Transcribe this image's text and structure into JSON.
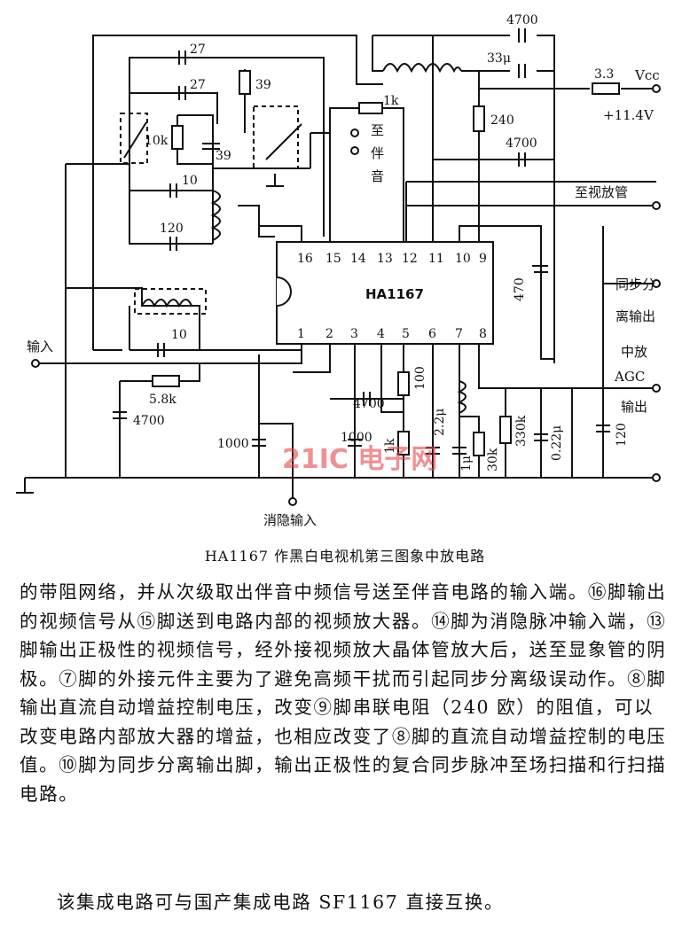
{
  "figure": {
    "chip_name": "HA1167",
    "pins_top": [
      "16",
      "15",
      "14",
      "13",
      "12",
      "11",
      "10",
      "9"
    ],
    "pins_bottom": [
      "1",
      "2",
      "3",
      "4",
      "5",
      "6",
      "7",
      "8"
    ],
    "components": {
      "c_4700_top": "4700",
      "c_33u": "33μ",
      "r_3_3": "3.3",
      "vcc": "Vcc",
      "supply": "+11.4V",
      "c_27_a": "27",
      "c_27_b": "27",
      "r_39": "39",
      "c_39": "39",
      "r_1k": "1k",
      "r_240": "240",
      "c_4700_mid": "4700",
      "r_10k": "10k",
      "c_10_a": "10",
      "c_120_a": "120",
      "c_10_b": "10",
      "r_5_8k": "5.8k",
      "c_4700_left": "4700",
      "c_4700_pin4": "4700",
      "c_470": "470",
      "c_1000_a": "1000",
      "c_1000_b": "1000",
      "r_100": "100",
      "r_1k_b": "1k",
      "c_2_2u": "2.2μ",
      "c_1u": "1μ",
      "r_30k": "30k",
      "r_330k": "330k",
      "c_0_22u": "0.22μ",
      "c_120_b": "120"
    },
    "labels": {
      "to_sound": "至伴音",
      "to_tube": "至视放管",
      "sync_out": [
        "同步分",
        "离输出"
      ],
      "agc_out": [
        "中放",
        "AGC",
        "输出"
      ],
      "input": "输入",
      "blank_input": "消隐输入"
    },
    "watermark": "21IC 电子网"
  },
  "caption": "HA1167 作黑白电视机第三图象中放电路",
  "paragraphs": [
    "的带阻网络，并从次级取出伴音中频信号送至伴音电路的输入端。⑯脚输出的视频信号从⑮脚送到电路内部的视频放大器。⑭脚为消隐脉冲输入端，⑬脚输出正极性的视频信号，经外接视频放大晶体管放大后，送至显象管的阴极。⑦脚的外接元件主要为了避免高频干扰而引起同步分离级误动作。⑧脚输出直流自动增益控制电压，改变⑨脚串联电阻（240 欧）的阻值，可以改变电路内部放大器的增益，也相应改变了⑧脚的直流自动增益控制的电压值。⑩脚为同步分离输出脚，输出正极性的复合同步脉冲至场扫描和行扫描电路。",
    "该集成电路可与国产集成电路 SF1167 直接互换。"
  ]
}
